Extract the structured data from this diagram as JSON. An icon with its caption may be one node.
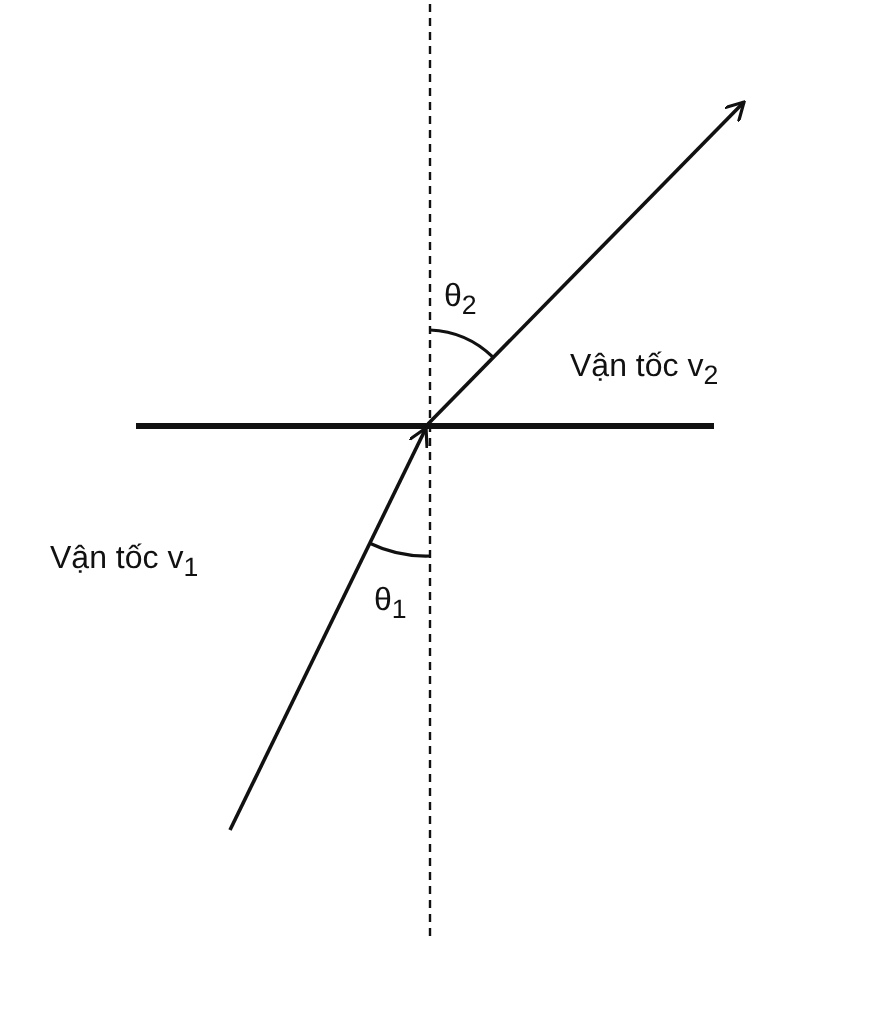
{
  "diagram": {
    "labels": [
      "θ$_{2}$",
      "Vận tốc v$_{2}$",
      "Vận tốc v$_{1}$",
      "θ$_{1}$"
    ]
  }
}
